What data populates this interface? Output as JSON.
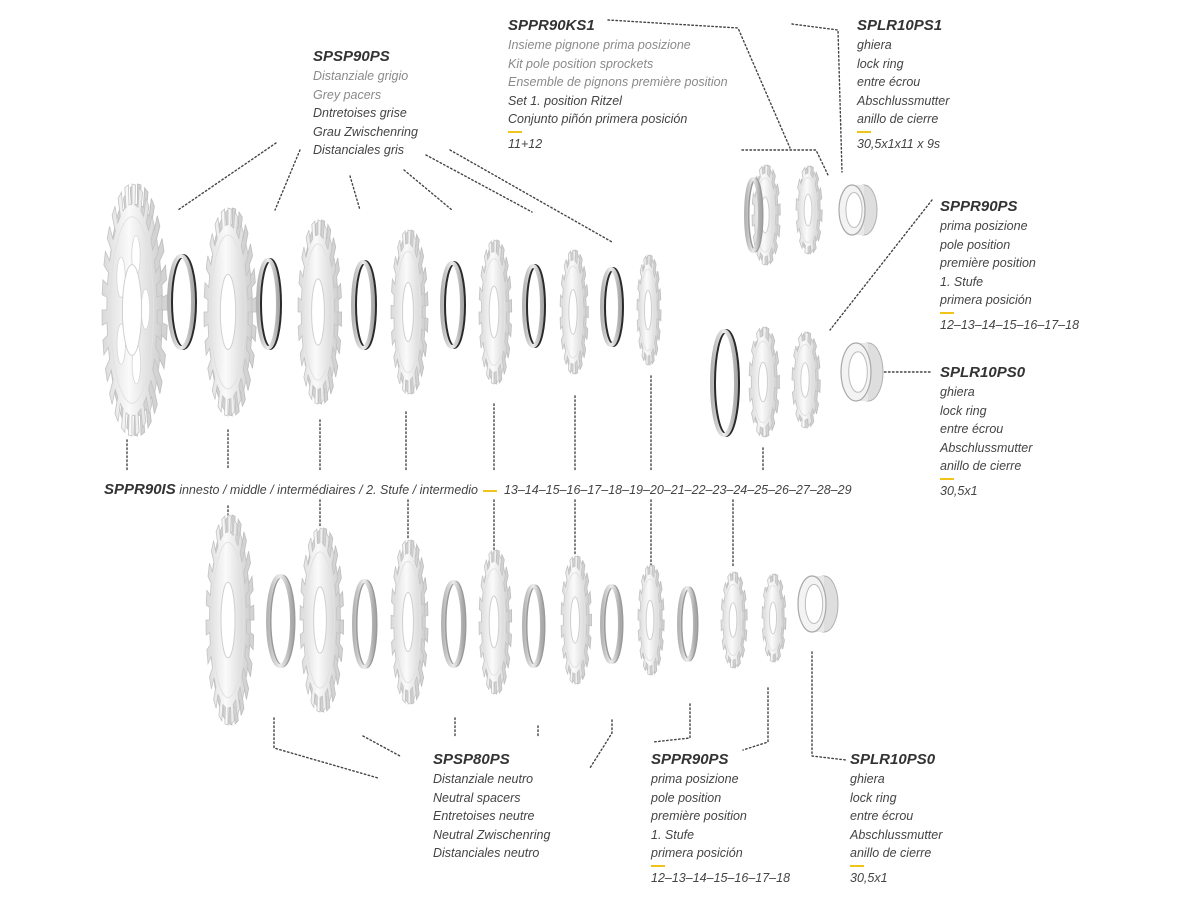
{
  "colors": {
    "accent": "#f0c419",
    "ink": "#333333",
    "text": "#444444",
    "muted": "#8a8a8a",
    "metal": "#c7c7c7"
  },
  "labels": {
    "sppr90ks1": {
      "code": "SPPR90KS1",
      "lines": [
        "Insieme pignone prima posizione",
        "Kit pole position sprockets",
        "Ensemble de pignons première position",
        "Set 1. position Ritzel",
        "Conjunto piñón primera posición"
      ],
      "sizes": "11+12"
    },
    "splr10ps1": {
      "code": "SPLR10PS1",
      "lines": [
        "ghiera",
        "lock ring",
        "entre écrou",
        "Abschlussmutter",
        "anillo de cierre"
      ],
      "sizes": "30,5x1x11 x 9s"
    },
    "spsp90ps": {
      "code": "SPSP90PS",
      "lines": [
        "Distanziale grigio",
        "Grey pacers",
        "Dntretoises grise",
        "Grau Zwischenring",
        "Distanciales gris"
      ]
    },
    "sppr90ps_top": {
      "code": "SPPR90PS",
      "lines": [
        "prima posizione",
        "pole position",
        "première position",
        "1. Stufe",
        "primera posición"
      ],
      "sizes": "12–13–14–15–16–17–18"
    },
    "splr10ps0_right": {
      "code": "SPLR10PS0",
      "lines": [
        "ghiera",
        "lock ring",
        "entre écrou",
        "Abschlussmutter",
        "anillo de cierre"
      ],
      "sizes": "30,5x1"
    },
    "sppr90is": {
      "code": "SPPR90IS",
      "text": "innesto / middle / intermédiaires / 2. Stufe / intermedio",
      "sizes": "13–14–15–16–17–18–19–20–21–22–23–24–25–26–27–28–29"
    },
    "spsp80ps": {
      "code": "SPSP80PS",
      "lines": [
        "Distanziale neutro",
        "Neutral spacers",
        "Entretoises neutre",
        "Neutral Zwischenring",
        "Distanciales neutro"
      ]
    },
    "sppr90ps_bottom": {
      "code": "SPPR90PS",
      "lines": [
        "prima posizione",
        "pole position",
        "première position",
        "1. Stufe",
        "primera posición"
      ],
      "sizes": "12–13–14–15–16–17–18"
    },
    "splr10ps0_bottom": {
      "code": "SPLR10PS0",
      "lines": [
        "ghiera",
        "lock ring",
        "entre écrou",
        "Abschlussmutter",
        "anillo de cierre"
      ],
      "sizes": "30,5x1"
    }
  }
}
